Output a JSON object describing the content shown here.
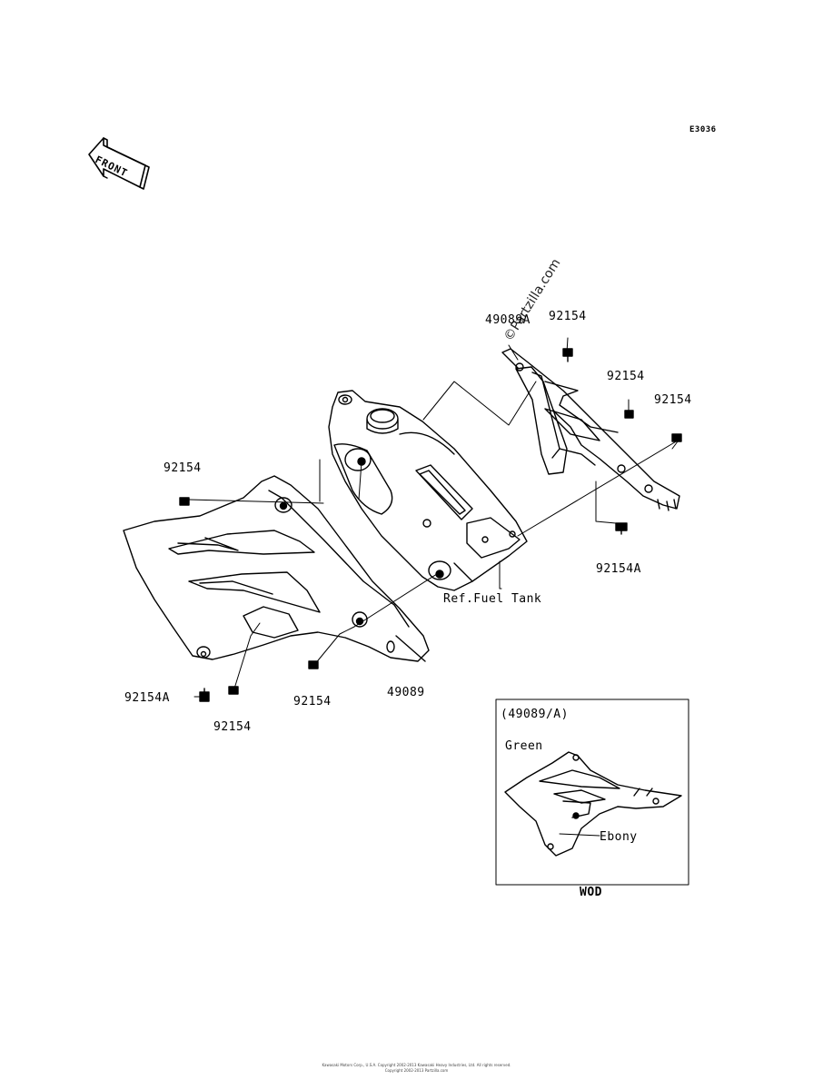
{
  "diagram_code": "E3036",
  "front_label": "FRONT",
  "watermark": "©Partzilla.com",
  "labels": {
    "p49089A": "49089A",
    "p92154_top": "92154",
    "p92154_r1": "92154",
    "p92154_r2": "92154",
    "p92154A_right": "92154A",
    "p92154_left": "92154",
    "ref_fuel_tank": "Ref.Fuel Tank",
    "p92154A_bottom": "92154A",
    "p92154_bottom1": "92154",
    "p49089": "49089",
    "p92154_bottom2": "92154"
  },
  "inset": {
    "title": "(49089/A)",
    "green": "Green",
    "ebony": "Ebony",
    "caption": "WOD"
  },
  "footer": {
    "line1": "Kawasaki Motors Corp., U.S.A. Copyright 2002-2013 Kawasaki Heavy Industries, Ltd. All rights reserved.",
    "line2": "Copyright 2002-2013 Partzilla.com"
  }
}
